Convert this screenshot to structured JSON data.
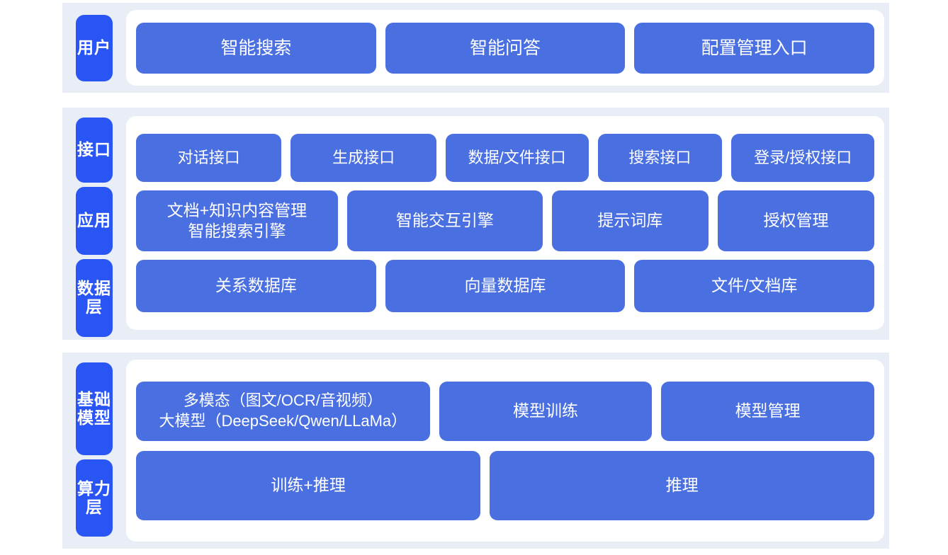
{
  "diagram": {
    "colors": {
      "band_background": "#e9eef6",
      "panel_background": "#ffffff",
      "tab_blue": "#2a55f5",
      "box_blue": "#4a6fe0",
      "text_on_blue": "#ffffff",
      "page_background": "#ffffff"
    },
    "bands": [
      {
        "id": "user",
        "tabs": [
          {
            "id": "tab-user",
            "label": "用户"
          }
        ],
        "rows": [
          {
            "id": "row-user",
            "boxes": [
              {
                "lines": [
                  "智能搜索"
                ]
              },
              {
                "lines": [
                  "智能问答"
                ]
              },
              {
                "lines": [
                  "配置管理入口"
                ]
              }
            ]
          }
        ]
      },
      {
        "id": "middle",
        "tabs": [
          {
            "id": "tab-interface",
            "label": "接口"
          },
          {
            "id": "tab-application",
            "label": "应用"
          },
          {
            "id": "tab-data",
            "label": "数据层"
          }
        ],
        "rows": [
          {
            "id": "row-interface",
            "boxes": [
              {
                "lines": [
                  "对话接口"
                ]
              },
              {
                "lines": [
                  "生成接口"
                ]
              },
              {
                "lines": [
                  "数据/文件接口"
                ]
              },
              {
                "lines": [
                  "搜索接口"
                ]
              },
              {
                "lines": [
                  "登录/授权接口"
                ]
              }
            ]
          },
          {
            "id": "row-application",
            "boxes": [
              {
                "lines": [
                  "文档+知识内容管理",
                  "智能搜索引擎"
                ]
              },
              {
                "lines": [
                  "智能交互引擎"
                ]
              },
              {
                "lines": [
                  "提示词库"
                ]
              },
              {
                "lines": [
                  "授权管理"
                ]
              }
            ]
          },
          {
            "id": "row-data",
            "boxes": [
              {
                "lines": [
                  "关系数据库"
                ]
              },
              {
                "lines": [
                  "向量数据库"
                ]
              },
              {
                "lines": [
                  "文件/文档库"
                ]
              }
            ]
          }
        ]
      },
      {
        "id": "infra",
        "tabs": [
          {
            "id": "tab-base-model",
            "label": "基础模型"
          },
          {
            "id": "tab-compute",
            "label": "算力层"
          }
        ],
        "rows": [
          {
            "id": "row-model",
            "boxes": [
              {
                "lines": [
                  "多模态（图文/OCR/音视频）",
                  "大模型（DeepSeek/Qwen/LLaMa）"
                ]
              },
              {
                "lines": [
                  "模型训练"
                ]
              },
              {
                "lines": [
                  "模型管理"
                ]
              }
            ]
          },
          {
            "id": "row-compute",
            "boxes": [
              {
                "lines": [
                  "训练+推理"
                ]
              },
              {
                "lines": [
                  "推理"
                ]
              }
            ]
          }
        ]
      }
    ]
  }
}
